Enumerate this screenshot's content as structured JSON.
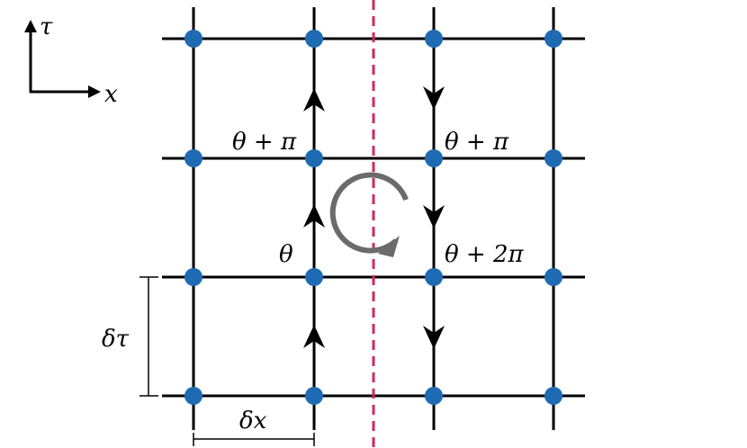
{
  "axes": {
    "tau_label": "τ",
    "x_label": "x"
  },
  "labels": {
    "theta_plus_pi_left": "θ + π",
    "theta_plus_pi_right": "θ + π",
    "theta": "θ",
    "theta_plus_two_pi": "θ + 2π",
    "delta_tau": "δτ",
    "delta_x": "δx"
  },
  "colors": {
    "lattice": "#000000",
    "site": "#1f6bb3",
    "cut_line": "#cc2a62",
    "vortex_arrow": "#6b6b6b"
  },
  "lattice": {
    "columns": 4,
    "rows": 4
  },
  "icons": {
    "vortex": "counterclockwise-circular-arrow-icon",
    "flow_arrow": "arrowhead-icon"
  }
}
